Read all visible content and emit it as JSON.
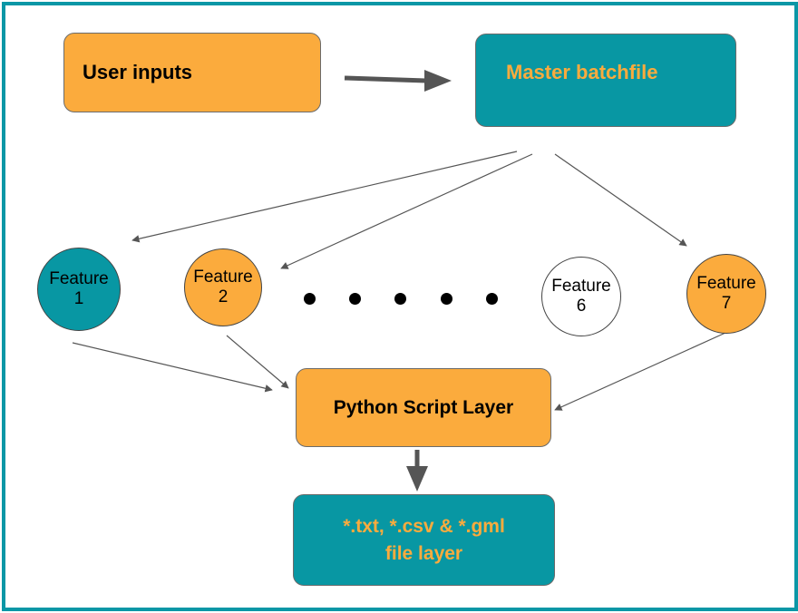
{
  "nodes": {
    "user_inputs": "User inputs",
    "master_batchfile": "Master batchfile",
    "python_layer": "Python Script Layer",
    "file_layer_line1": "*.txt, *.csv & *.gml",
    "file_layer_line2": "file layer"
  },
  "features": [
    {
      "word": "Feature",
      "num": "1",
      "fill": "#0897a3"
    },
    {
      "word": "Feature",
      "num": "2",
      "fill": "#fbab3d"
    },
    {
      "word": "Feature",
      "num": "6",
      "fill": "#ffffff"
    },
    {
      "word": "Feature",
      "num": "7",
      "fill": "#fbab3d"
    }
  ],
  "colors": {
    "border": "#0b97a6",
    "orange": "#fbab3d",
    "teal": "#0897a3"
  }
}
